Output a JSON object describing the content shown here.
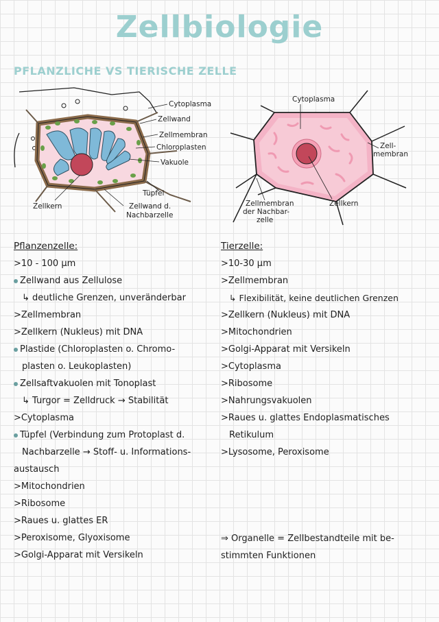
{
  "title": "Zellbiologie",
  "subtitle": "PFLANZLICHE VS TIERISCHE ZELLE",
  "plant_diagram": {
    "labels": {
      "cytoplasma": "Cytoplasma",
      "zellwand": "Zellwand",
      "zellmembran": "Zellmembran",
      "chloroplasten": "Chloroplasten",
      "vakuole": "Vakuole",
      "tuepfel": "Tüpfel",
      "zellkern": "Zellkern",
      "zellwand_nachbar_1": "Zellwand d.",
      "zellwand_nachbar_2": "Nachbarzelle"
    }
  },
  "animal_diagram": {
    "labels": {
      "cytoplasma": "Cytoplasma",
      "zellmembran_1": "Zell-",
      "zellmembran_2": "membran",
      "zellkern": "Zellkern",
      "nachbar_1": "Zellmembran",
      "nachbar_2": "der Nachbar-",
      "nachbar_3": "zelle"
    }
  },
  "plant_column": {
    "heading": "Pflanzenzelle:",
    "lines": [
      ">10 - 100 µm",
      "Zellwand aus Zellulose",
      "↳ deutliche Grenzen, unveränderbar",
      ">Zellmembran",
      ">Zellkern (Nukleus) mit DNA",
      "Plastide (Chloroplasten o. Chromo-",
      "plasten o. Leukoplasten)",
      "Zellsaftvakuolen mit Tonoplast",
      "↳ Turgor = Zelldruck → Stabilität",
      ">Cytoplasma",
      "Tüpfel (Verbindung zum Protoplast d.",
      "Nachbarzelle → Stoff- u. Informations-",
      "austausch",
      ">Mitochondrien",
      ">Ribosome",
      ">Raues u. glattes ER",
      ">Peroxisome, Glyoxisome",
      ">Golgi-Apparat mit Versikeln"
    ]
  },
  "animal_column": {
    "heading": "Tierzelle:",
    "lines": [
      ">10-30 µm",
      ">Zellmembran",
      "↳ Flexibilität, keine deutlichen Grenzen",
      ">Zellkern (Nukleus) mit DNA",
      ">Mitochondrien",
      ">Golgi-Apparat mit Versikeln",
      ">Cytoplasma",
      ">Ribosome",
      ">Nahrungsvakuolen",
      ">Raues u. glattes Endoplasmatisches",
      "Retikulum",
      ">Lysosome, Peroxisome"
    ]
  },
  "conclusion": {
    "line1": "⇒ Organelle = Zellbestandteile mit be-",
    "line2": "stimmten Funktionen"
  },
  "colors": {
    "title": "#9ccfcf",
    "plant_cytoplasm": "#f8d8e0",
    "vacuole": "#7fb9d8",
    "chloroplast": "#6aa049",
    "nucleus": "#c2475a",
    "cell_wall": "#8a6a4a",
    "animal_cytoplasm": "#f4b3c6",
    "bullet": "#6a9fa0"
  }
}
